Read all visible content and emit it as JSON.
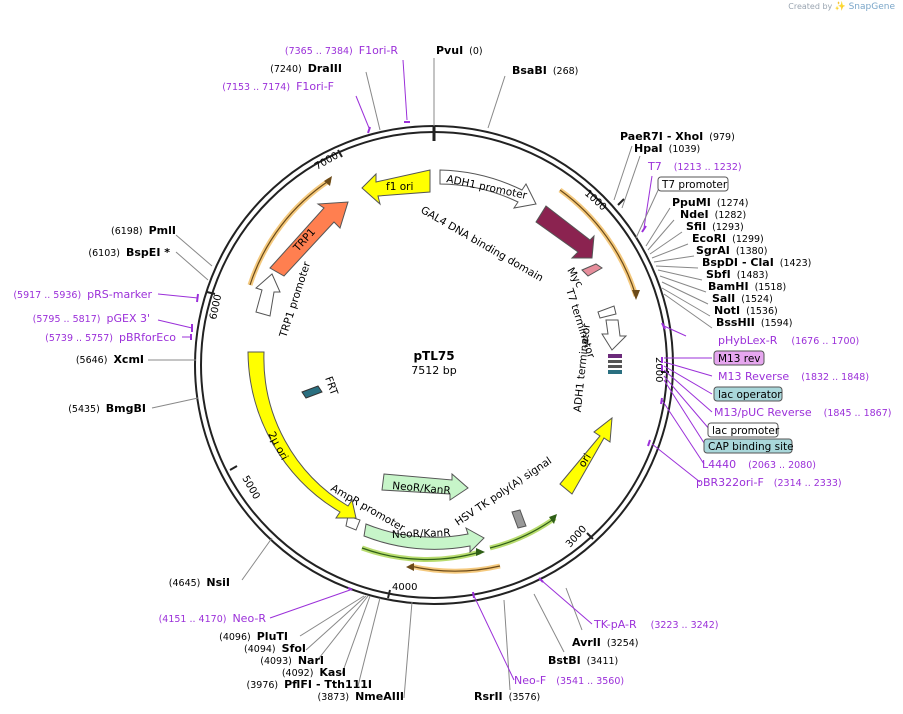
{
  "watermark": {
    "prefix": "Created by",
    "brand": "SnapGene"
  },
  "plasmid": {
    "name": "pTL75",
    "size": "7512 bp"
  },
  "ticks": [
    "1000",
    "2000",
    "3000",
    "4000",
    "5000",
    "6000",
    "7000"
  ],
  "sites_right": [
    {
      "name": "PvuI",
      "pos": "(0)"
    },
    {
      "name": "BsaBI",
      "pos": "(268)"
    },
    {
      "name": "PaeR7I",
      "extra": "- XhoI",
      "pos": "(979)"
    },
    {
      "name": "HpaI",
      "pos": "(1039)"
    },
    {
      "name": "PpuMI",
      "pos": "(1274)"
    },
    {
      "name": "NdeI",
      "pos": "(1282)"
    },
    {
      "name": "SfiI",
      "pos": "(1293)"
    },
    {
      "name": "EcoRI",
      "pos": "(1299)"
    },
    {
      "name": "SgrAI",
      "pos": "(1380)"
    },
    {
      "name": "BspDI",
      "extra": "- ClaI",
      "pos": "(1423)"
    },
    {
      "name": "SbfI",
      "pos": "(1483)"
    },
    {
      "name": "BamHI",
      "pos": "(1518)"
    },
    {
      "name": "SalI",
      "pos": "(1524)"
    },
    {
      "name": "NotI",
      "pos": "(1536)"
    },
    {
      "name": "BssHII",
      "pos": "(1594)"
    },
    {
      "name": "AvrII",
      "pos": "(3254)"
    },
    {
      "name": "BstBI",
      "pos": "(3411)"
    },
    {
      "name": "RsrII",
      "pos": "(3576)"
    }
  ],
  "sites_left": [
    {
      "name": "DraIII",
      "pos": "(7240)"
    },
    {
      "name": "PmlI",
      "pos": "(6198)"
    },
    {
      "name": "BspEI *",
      "pos": "(6103)"
    },
    {
      "name": "XcmI",
      "pos": "(5646)"
    },
    {
      "name": "BmgBI",
      "pos": "(5435)"
    },
    {
      "name": "NsiI",
      "pos": "(4645)"
    },
    {
      "name": "PluTI",
      "pos": "(4096)"
    },
    {
      "name": "SfoI",
      "pos": "(4094)"
    },
    {
      "name": "NarI",
      "pos": "(4093)"
    },
    {
      "name": "KasI",
      "pos": "(4092)"
    },
    {
      "name": "PflFI",
      "extra": "- Tth111I",
      "pos": "(3976)"
    },
    {
      "name": "NmeAIII",
      "pos": "(3873)"
    }
  ],
  "primers": [
    {
      "name": "F1ori-R",
      "pos": "(7365 .. 7384)"
    },
    {
      "name": "F1ori-F",
      "pos": "(7153 .. 7174)"
    },
    {
      "name": "T7",
      "pos": "(1213 .. 1232)"
    },
    {
      "name": "pRS-marker",
      "pos": "(5917 .. 5936)"
    },
    {
      "name": "pGEX 3'",
      "pos": "(5795 .. 5817)"
    },
    {
      "name": "pBRforEco",
      "pos": "(5739 .. 5757)"
    },
    {
      "name": "pHybLex-R",
      "pos": "(1676 .. 1700)"
    },
    {
      "name": "M13 Reverse",
      "pos": "(1832 .. 1848)"
    },
    {
      "name": "M13/pUC Reverse",
      "pos": "(1845 .. 1867)"
    },
    {
      "name": "L4440",
      "pos": "(2063 .. 2080)"
    },
    {
      "name": "pBR322ori-F",
      "pos": "(2314 .. 2333)"
    },
    {
      "name": "TK-pA-R",
      "pos": "(3223 .. 3242)"
    },
    {
      "name": "Neo-F",
      "pos": "(3541 .. 3560)"
    },
    {
      "name": "Neo-R",
      "pos": "(4151 .. 4170)"
    }
  ],
  "boxed_labels": {
    "t7_promoter": "T7 promoter",
    "m13_rev": "M13 rev",
    "lac_operator": "lac operator",
    "lac_promoter": "lac promoter",
    "cap_binding_site": "CAP binding site"
  },
  "features": {
    "f1_ori": "f1 ori",
    "adh1_promoter": "ADH1 promoter",
    "gal4_dbd": "GAL4 DNA binding domain",
    "myc": "Myc",
    "t7_terminator": "T7 terminator",
    "adh1_terminator": "ADH1 terminator",
    "ori": "ori",
    "hsv_tk_polya": "HSV TK poly(A) signal",
    "neokanr_1": "NeoR/KanR",
    "neokanr_2": "NeoR/KanR",
    "ampr_promoter": "AmpR promoter",
    "two_micron_ori": "2μ ori",
    "frt": "FRT",
    "trp1_promoter": "TRP1 promoter",
    "trp1": "TRP1"
  },
  "colors": {
    "purple": "#9b30d9",
    "yellow": "#ffff00",
    "orange_glow": "#f0b247",
    "gal4": "#8b2350",
    "neo": "#c7f5c9",
    "trp1": "#ff7f50",
    "m13_fill": "#e6a6ef",
    "lac_fill": "#a9d7da"
  }
}
